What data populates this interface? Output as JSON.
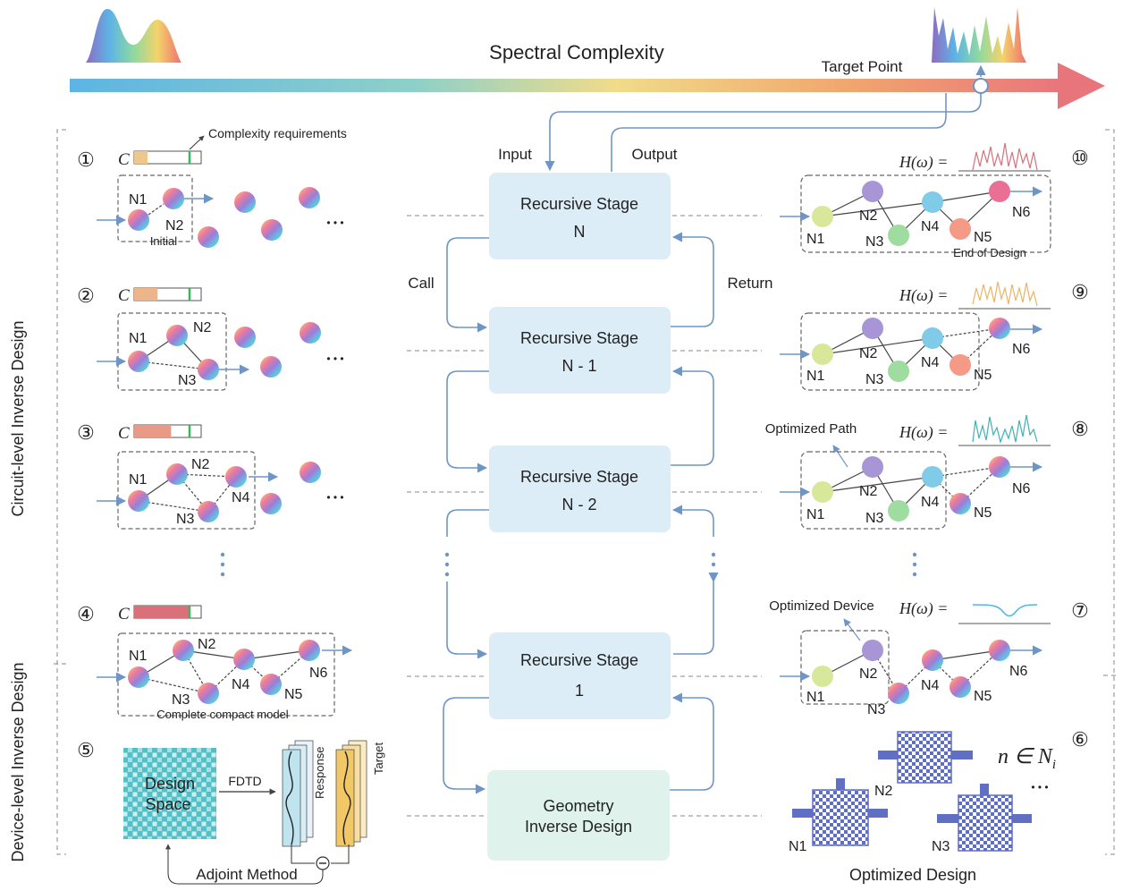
{
  "header": {
    "title": "Spectral Complexity",
    "target_point": "Target Point"
  },
  "side_labels": {
    "circuit": "Circuit-level Inverse Design",
    "device": "Device-level Inverse Design"
  },
  "center": {
    "input": "Input",
    "output": "Output",
    "call": "Call",
    "return": "Return",
    "stages": [
      {
        "line1": "Recursive Stage",
        "line2": "N"
      },
      {
        "line1": "Recursive Stage",
        "line2": "N - 1"
      },
      {
        "line1": "Recursive Stage",
        "line2": "N - 2"
      },
      {
        "line1": "Recursive Stage",
        "line2": "1"
      }
    ],
    "geometry": {
      "line1": "Geometry",
      "line2": "Inverse Design"
    }
  },
  "left": {
    "step_numbers": [
      "①",
      "②",
      "③",
      "④",
      "⑤"
    ],
    "c_label": "C",
    "complexity_requirements": "Complexity requirements",
    "initial": "Initial",
    "complete_model": "Complete compact model",
    "ellipsis": "• • •",
    "node_labels": [
      "N1",
      "N2",
      "N3",
      "N4",
      "N5",
      "N6"
    ],
    "complexity_fill": [
      0.2,
      0.35,
      0.55,
      0.83
    ],
    "design_space": {
      "line1": "Design",
      "line2": "Space"
    },
    "fdtd": "FDTD",
    "response": "Response",
    "target": "Target",
    "adjoint": "Adjoint Method"
  },
  "right": {
    "step_numbers": [
      "⑩",
      "⑨",
      "⑧",
      "⑦",
      "⑥"
    ],
    "h_omega": "H(ω) =",
    "end_of_design": "End of Design",
    "optimized_path": "Optimized Path",
    "optimized_device": "Optimized Device",
    "n_in_ni": "n ∈ N",
    "n_in_ni_sub": "i",
    "optimized_design": "Optimized Design",
    "node_labels": [
      "N1",
      "N2",
      "N3",
      "N4",
      "N5",
      "N6"
    ]
  },
  "colors": {
    "stage_fill": "#dcedf8",
    "geometry_fill": "#dff2ec",
    "flow_arrow": "#6f95c7",
    "node_green": "#d8e89a",
    "node_purple": "#a895d6",
    "node_lightgreen": "#9fdca0",
    "node_cyan": "#7fcbe8",
    "node_salmon": "#f59a86",
    "node_pink": "#ea6f95",
    "device_blue": "#5f6fc4"
  }
}
